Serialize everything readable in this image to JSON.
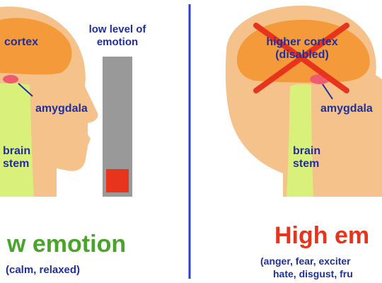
{
  "left_panel": {
    "cortex_label": "cortex",
    "amygdala_label": "amygdala",
    "brain_stem_label_1": "brain",
    "brain_stem_label_2": "stem",
    "meter_label_1": "low level of",
    "meter_label_2": "emotion",
    "meter_level": 0.12,
    "title": "w emotion",
    "subtitle": "(calm, relaxed)"
  },
  "right_panel": {
    "cortex_label_1": "higher cortex",
    "cortex_label_2": "(disabled)",
    "amygdala_label": "amygdala",
    "brain_stem_label_1": "brain",
    "brain_stem_label_2": "stem",
    "title": "High em",
    "subtitle_1": "(anger, fear, exciter",
    "subtitle_2": "hate, disgust, fru"
  },
  "colors": {
    "skin": "#f6c28c",
    "cortex": "#f59a3a",
    "brain_stem": "#d9f07a",
    "amygdala": "#ee5c6e",
    "label_blue": "#1f2f9e",
    "divider": "#2b3bd6",
    "meter_bar": "#999999",
    "meter_fill": "#e8341c",
    "cross": "#e8341c"
  }
}
